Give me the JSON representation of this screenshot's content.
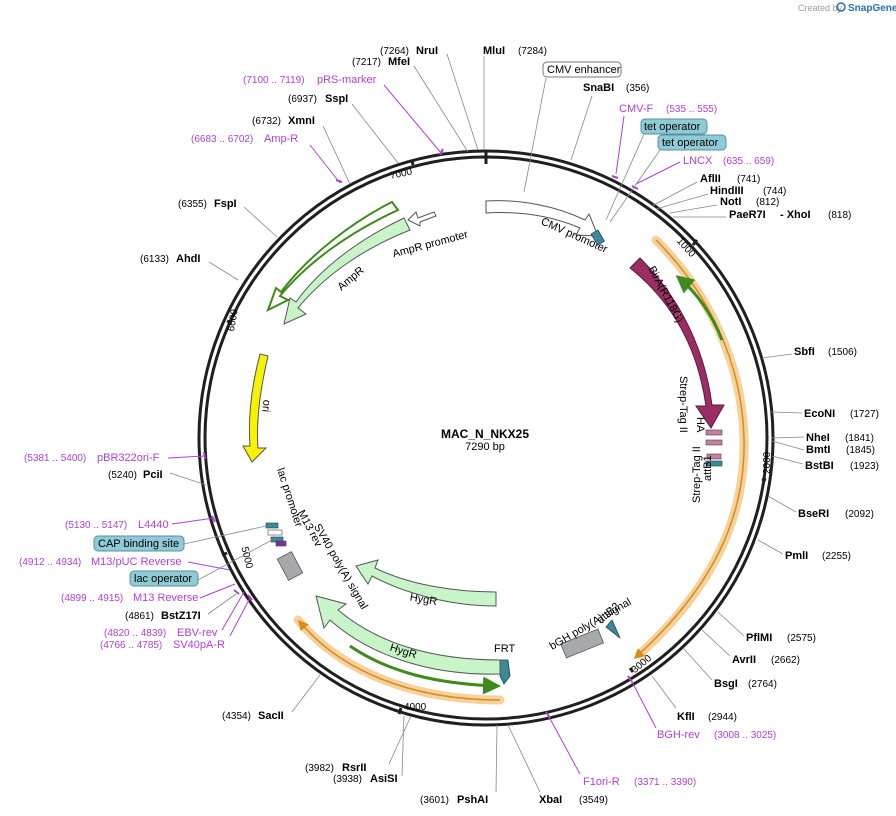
{
  "header": {
    "created_by": "Created by",
    "brand": "SnapGene"
  },
  "plasmid": {
    "name": "MAC_N_NKX25",
    "length_label": "7290 bp",
    "length": 7290
  },
  "ruler_ticks": [
    "1000",
    "2000",
    "3000",
    "4000",
    "5000",
    "6000",
    "7000"
  ],
  "sites": [
    {
      "id": "mlui",
      "name": "MluI",
      "pos": "(7284)"
    },
    {
      "id": "snabi",
      "name": "SnaBI",
      "pos": "(356)"
    },
    {
      "id": "aflii",
      "name": "AflII",
      "pos": "(741)"
    },
    {
      "id": "hindiii",
      "name": "HindIII",
      "pos": "(744)"
    },
    {
      "id": "noti",
      "name": "NotI",
      "pos": "(812)"
    },
    {
      "id": "pae",
      "name": "PaeR7I",
      "pos": "- XhoI",
      "pos2": "(818)"
    },
    {
      "id": "sbfi",
      "name": "SbfI",
      "pos": "(1506)"
    },
    {
      "id": "econi",
      "name": "EcoNI",
      "pos": "(1727)"
    },
    {
      "id": "nhei",
      "name": "NheI",
      "pos": "(1841)"
    },
    {
      "id": "bmti",
      "name": "BmtI",
      "pos": "(1845)"
    },
    {
      "id": "bstbi",
      "name": "BstBI",
      "pos": "(1923)"
    },
    {
      "id": "bseri",
      "name": "BseRI",
      "pos": "(2092)"
    },
    {
      "id": "pmli",
      "name": "PmlI",
      "pos": "(2255)"
    },
    {
      "id": "pflmi",
      "name": "PflMI",
      "pos": "(2575)"
    },
    {
      "id": "avrii",
      "name": "AvrII",
      "pos": "(2662)"
    },
    {
      "id": "bsgi",
      "name": "BsgI",
      "pos": "(2764)"
    },
    {
      "id": "kfli",
      "name": "KflI",
      "pos": "(2944)"
    },
    {
      "id": "xbai",
      "name": "XbaI",
      "pos": "(3549)"
    },
    {
      "id": "pshai",
      "name": "PshAI",
      "pos": "(3601)"
    },
    {
      "id": "rsrii",
      "name": "RsrII",
      "pos": "(3982)"
    },
    {
      "id": "asisi",
      "name": "AsiSI",
      "pos": "(3938)"
    },
    {
      "id": "sacii",
      "name": "SacII",
      "pos": "(4354)"
    },
    {
      "id": "bstz17i",
      "name": "BstZ17I",
      "pos": "(4861)"
    },
    {
      "id": "pcii",
      "name": "PciI",
      "pos": "(5240)"
    },
    {
      "id": "ahdi",
      "name": "AhdI",
      "pos": "(6133)"
    },
    {
      "id": "fspi",
      "name": "FspI",
      "pos": "(6355)"
    },
    {
      "id": "xmni",
      "name": "XmnI",
      "pos": "(6732)"
    },
    {
      "id": "sspi",
      "name": "SspI",
      "pos": "(6937)"
    },
    {
      "id": "mfei",
      "name": "MfeI",
      "pos": "(7217)"
    },
    {
      "id": "nrui",
      "name": "NruI",
      "pos": "(7264)"
    }
  ],
  "primers": [
    {
      "id": "cmvf",
      "name": "CMV-F",
      "range": "(535 .. 555)"
    },
    {
      "id": "lncx",
      "name": "LNCX",
      "range": "(635 .. 659)"
    },
    {
      "id": "bghrev",
      "name": "BGH-rev",
      "range": "(3008 .. 3025)"
    },
    {
      "id": "f1ori",
      "name": "F1ori-R",
      "range": "(3371 .. 3390)"
    },
    {
      "id": "sv40pa",
      "name": "SV40pA-R",
      "range": "(4766 .. 4785)"
    },
    {
      "id": "ebvrev",
      "name": "EBV-rev",
      "range": "(4820 .. 4839)"
    },
    {
      "id": "m13rev",
      "name": "M13 Reverse",
      "range": "(4899 .. 4915)"
    },
    {
      "id": "m13puc",
      "name": "M13/pUC Reverse",
      "range": "(4912 .. 4934)"
    },
    {
      "id": "l4440",
      "name": "L4440",
      "range": "(5130 .. 5147)"
    },
    {
      "id": "pbr",
      "name": "pBR322ori-F",
      "range": "(5381 .. 5400)"
    },
    {
      "id": "ampr",
      "name": "Amp-R",
      "range": "(6683 .. 6702)"
    },
    {
      "id": "prs",
      "name": "pRS-marker",
      "range": "(7100 .. 7119)"
    }
  ],
  "boxed_features": [
    {
      "id": "cmvenh",
      "label": "CMV enhancer",
      "fill": "#ffffff"
    },
    {
      "id": "teto1",
      "label": "tet operator",
      "fill": "#8fcbd6"
    },
    {
      "id": "teto2",
      "label": "tet operator",
      "fill": "#8fcbd6"
    },
    {
      "id": "cap",
      "label": "CAP binding site",
      "fill": "#8fcbd6"
    },
    {
      "id": "laco",
      "label": "lac operator",
      "fill": "#8fcbd6"
    }
  ],
  "features": {
    "cmv_promoter": "CMV promoter",
    "birA": "BirA(R118G)",
    "strep1": "Strep-Tag II",
    "ha": "HA",
    "strep2": "Strep-Tag II",
    "attb1": "attB1",
    "bgh": "bGH poly(A) signal",
    "attb2": "attB2",
    "frt": "FRT",
    "hygr1": "HygR",
    "hygr2": "HygR",
    "sv40": "SV40 poly(A) signal",
    "m13rev": "M13 rev",
    "lacprom": "lac promoter",
    "ori": "ori",
    "ampr": "AmpR",
    "amprprom": "AmpR promoter"
  },
  "colors": {
    "backbone": "#1f1f1f",
    "birA": "#9a2d63",
    "ori": "#f7f300",
    "resistance": "#c8f5c8",
    "orf_highlight": "#f2c27a",
    "orf_arrow": "#3f8a1d",
    "primer": "#b13fd8",
    "polyA": "#a7a9ad",
    "teal": "#3a8a9a",
    "tag_pink": "#c77fa0"
  }
}
